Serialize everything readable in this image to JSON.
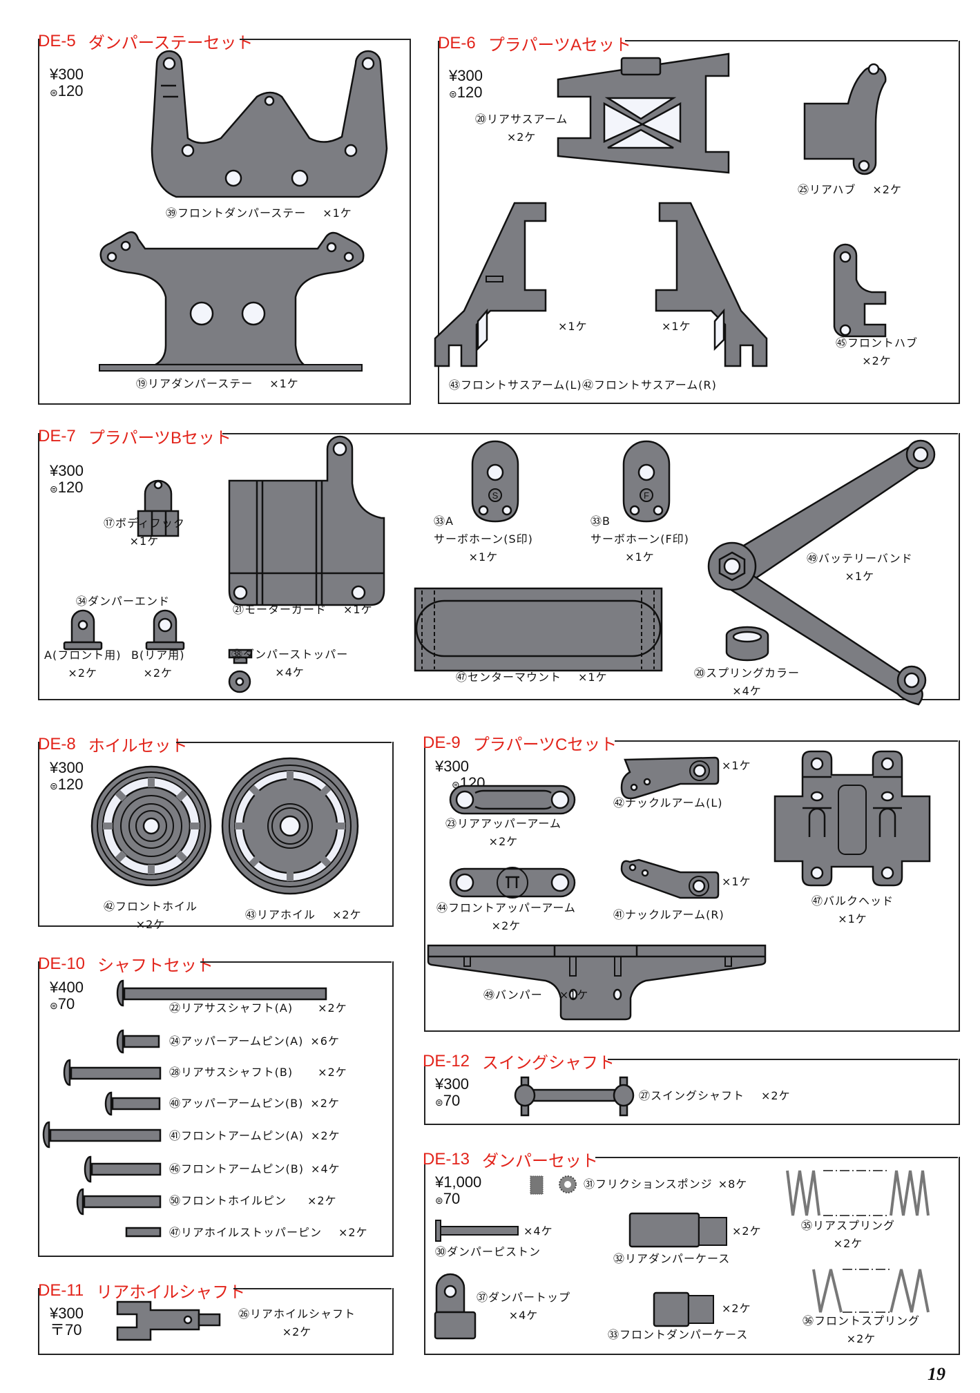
{
  "page_number": "19",
  "sets": [
    {
      "code": "DE-5",
      "title": "ダンパーステーセット",
      "price": "¥300",
      "postage": "120",
      "postage_icon": "postage-mark",
      "parts": [
        {
          "label": "㊴フロントダンパーステー",
          "qty": "×1ケ"
        },
        {
          "label": "⑲リアダンパーステー",
          "qty": "×1ケ"
        }
      ]
    },
    {
      "code": "DE-6",
      "title": "プラパーツAセット",
      "price": "¥300",
      "postage": "120",
      "postage_icon": "postage-mark",
      "parts": [
        {
          "label": "⑳リアサスアーム",
          "qty": "×2ケ"
        },
        {
          "label": "㉕リアハブ",
          "qty": "×2ケ"
        },
        {
          "label": "㊸フロントサスアーム(L)",
          "qty": "×1ケ"
        },
        {
          "label": "㊷フロントサスアーム(R)",
          "qty": "×1ケ"
        },
        {
          "label": "㊺フロントハブ",
          "qty": "×2ケ"
        }
      ]
    },
    {
      "code": "DE-7",
      "title": "プラパーツBセット",
      "price": "¥300",
      "postage": "120",
      "postage_icon": "postage-mark",
      "parts": [
        {
          "label": "⑰ボディフック",
          "qty": "×1ケ"
        },
        {
          "label": "㉑モーターガード",
          "qty": "×1ケ"
        },
        {
          "label": "㉝A",
          "sub": "サーボホーン(S印)",
          "qty": "×1ケ",
          "mark": "S"
        },
        {
          "label": "㉝B",
          "sub": "サーボホーン(F印)",
          "qty": "×1ケ",
          "mark": "F"
        },
        {
          "label": "㊾バッテリーバンド",
          "qty": "×1ケ"
        },
        {
          "label": "㉞ダンパーエンド",
          "a": "A(フロント用)",
          "a_qty": "×2ケ",
          "b": "B(リア用)",
          "b_qty": "×2ケ"
        },
        {
          "label": "㊳ダンパーストッパー",
          "qty": "×4ケ"
        },
        {
          "label": "㊼センターマウント",
          "qty": "×1ケ"
        },
        {
          "label": "⑳スプリングカラー",
          "qty": "×4ケ"
        }
      ]
    },
    {
      "code": "DE-8",
      "title": "ホイルセット",
      "price": "¥300",
      "postage": "120",
      "postage_icon": "postage-mark",
      "parts": [
        {
          "label": "㊷フロントホイル",
          "qty": "×2ケ"
        },
        {
          "label": "㊸リアホイル",
          "qty": "×2ケ"
        }
      ]
    },
    {
      "code": "DE-9",
      "title": "プラパーツCセット",
      "price": "¥300",
      "postage": "120",
      "postage_icon": "postage-mark",
      "parts": [
        {
          "label": "㉓リアアッパーアーム",
          "qty": "×2ケ"
        },
        {
          "label": "㊷ナックルアーム(L)",
          "qty": "×1ケ"
        },
        {
          "label": "㊹フロントアッパーアーム",
          "qty": "×2ケ"
        },
        {
          "label": "㊶ナックルアーム(R)",
          "qty": "×1ケ"
        },
        {
          "label": "㊼バルクヘッド",
          "qty": "×1ケ"
        },
        {
          "label": "㊾バンパー",
          "qty": "×1ケ"
        }
      ]
    },
    {
      "code": "DE-10",
      "title": "シャフトセット",
      "price": "¥400",
      "postage": "70",
      "postage_icon": "postage-mark",
      "parts": [
        {
          "label": "㉒リアサスシャフト(A)",
          "qty": "×2ケ"
        },
        {
          "label": "㉔アッパーアームピン(A)",
          "qty": "×6ケ"
        },
        {
          "label": "㉘リアサスシャフト(B)",
          "qty": "×2ケ"
        },
        {
          "label": "㊵アッパーアームピン(B)",
          "qty": "×2ケ"
        },
        {
          "label": "㊶フロントアームピン(A)",
          "qty": "×2ケ"
        },
        {
          "label": "㊻フロントアームピン(B)",
          "qty": "×4ケ"
        },
        {
          "label": "㊿フロントホイルピン",
          "qty": "×2ケ"
        },
        {
          "label": "㊼リアホイルストッパーピン",
          "qty": "×2ケ"
        }
      ]
    },
    {
      "code": "DE-11",
      "title": "リアホイルシャフト",
      "price": "¥300",
      "postage": "〒70",
      "postage_icon": "postal-mark",
      "parts": [
        {
          "label": "㉖リアホイルシャフト",
          "qty": "×2ケ"
        }
      ]
    },
    {
      "code": "DE-12",
      "title": "スイングシャフト",
      "price": "¥300",
      "postage": "70",
      "postage_icon": "postage-mark",
      "parts": [
        {
          "label": "㉗スイングシャフト",
          "qty": "×2ケ"
        }
      ]
    },
    {
      "code": "DE-13",
      "title": "ダンパーセット",
      "price": "¥1,000",
      "postage": "70",
      "postage_icon": "postage-mark",
      "parts": [
        {
          "label": "㉛フリクションスポンジ",
          "qty": "×8ケ"
        },
        {
          "label": "㉚ダンパーピストン",
          "qty": "×4ケ"
        },
        {
          "label": "㉜リアダンパーケース",
          "qty": "×2ケ"
        },
        {
          "label": "㉟リアスプリング",
          "qty": "×2ケ"
        },
        {
          "label": "㊲ダンパートップ",
          "qty": "×4ケ"
        },
        {
          "label": "㉝フロントダンパーケース",
          "qty": "×2ケ"
        },
        {
          "label": "㊱フロントスプリング",
          "qty": "×2ケ"
        }
      ]
    }
  ]
}
